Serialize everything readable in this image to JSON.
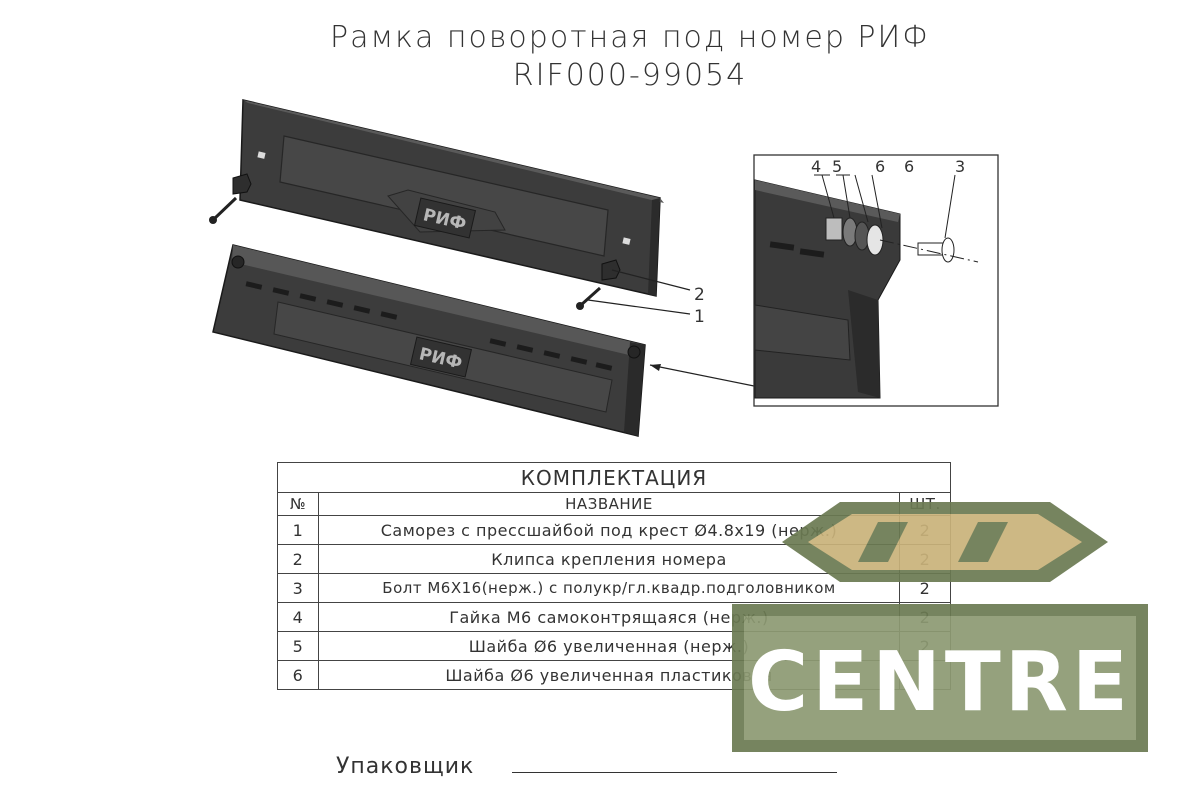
{
  "title": {
    "line1": "Рамка поворотная под номер РИФ",
    "line2": "RIF000-99054"
  },
  "callouts": {
    "c1": "1",
    "c2": "2",
    "c3": "3",
    "c4": "4",
    "c5": "5",
    "c6a": "6",
    "c6b": "6"
  },
  "logo": {
    "plate_text": "РИФ"
  },
  "table": {
    "caption": "КОМПЛЕКТАЦИЯ",
    "headers": {
      "no": "№",
      "name": "НАЗВАНИЕ",
      "qty": "ШТ."
    },
    "rows": [
      {
        "no": "1",
        "name": "Саморез с прессшайбой под крест Ø4.8х19 (нерж.)",
        "qty": "2"
      },
      {
        "no": "2",
        "name": "Клипса крепления номера",
        "qty": "2"
      },
      {
        "no": "3",
        "name": "Болт М6Х16(нерж.) с полукр/гл.квадр.подголовником",
        "qty": "2"
      },
      {
        "no": "4",
        "name": "Гайка  М6 самоконтрящаяся (нерж.)",
        "qty": "2"
      },
      {
        "no": "5",
        "name": "Шайба Ø6 увеличенная (нерж.)",
        "qty": "2"
      },
      {
        "no": "6",
        "name": "Шайба  Ø6 увеличенная пластиковая",
        "qty": "4"
      }
    ]
  },
  "packer": {
    "label": "Упаковщик"
  },
  "watermark": {
    "text": "CENTRE",
    "colors": {
      "frame": "#6b7a52",
      "inner": "#c9b27a",
      "text": "#ffffff"
    }
  }
}
